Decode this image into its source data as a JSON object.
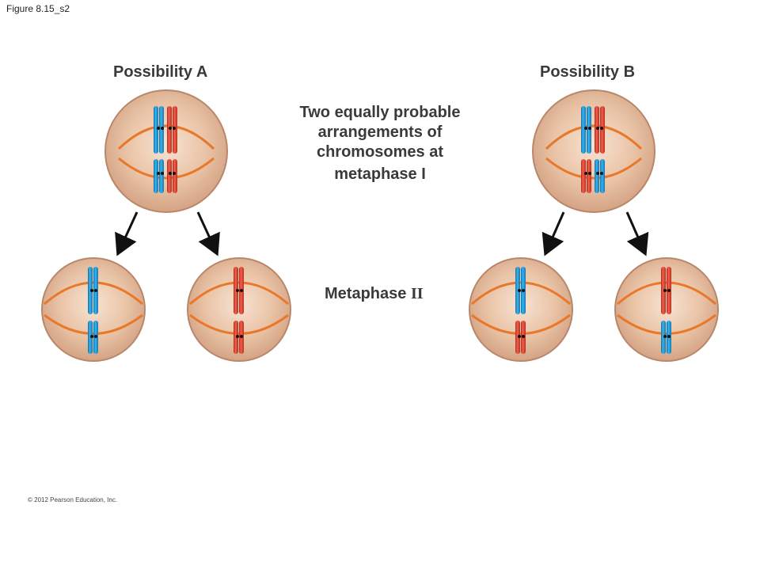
{
  "figure_label": "Figure 8.15_s2",
  "possibility_a": "Possibility A",
  "possibility_b": "Possibility B",
  "caption_lines": [
    "Two equally probable",
    "arrangements of",
    "chromosomes at",
    "metaphase I"
  ],
  "metaphase_word": "Metaphase ",
  "metaphase_numeral": "II",
  "copyright": "© 2012 Pearson Education, Inc.",
  "colors": {
    "cell_fill": "#d7a98a",
    "cell_stroke": "#b07d60",
    "spindle": "#e8782a",
    "maternal_blue": "#1f9ad6",
    "paternal_red": "#e24a38",
    "centromere": "#111111",
    "arrow": "#111111"
  },
  "cells": {
    "metaphase_one_a": {
      "top_pair": [
        "blue",
        "red"
      ],
      "bottom_pair": [
        "blue",
        "red"
      ]
    },
    "metaphase_one_b": {
      "top_pair": [
        "blue",
        "red"
      ],
      "bottom_pair": [
        "red",
        "blue"
      ]
    },
    "metaphase_two_a1": {
      "top": "blue",
      "bottom": "blue"
    },
    "metaphase_two_a2": {
      "top": "red",
      "bottom": "red"
    },
    "metaphase_two_b1": {
      "top": "blue",
      "bottom": "red"
    },
    "metaphase_two_b2": {
      "top": "red",
      "bottom": "blue"
    }
  }
}
